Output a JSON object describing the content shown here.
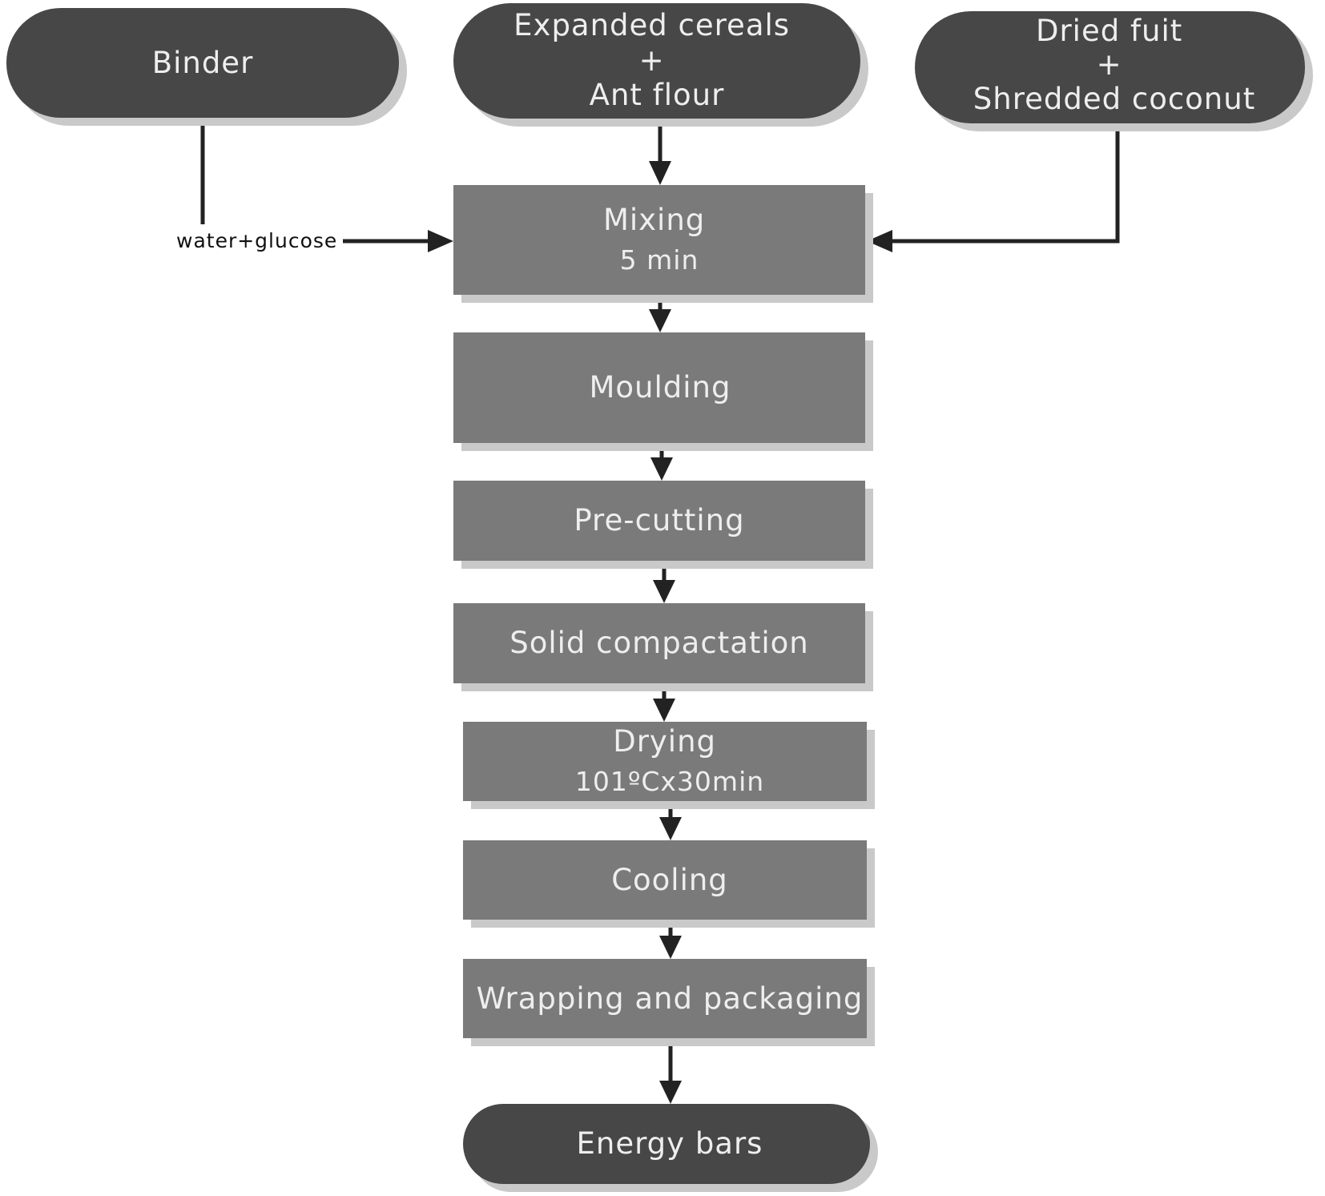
{
  "nodes": {
    "binder": {
      "lines": [
        "Binder"
      ]
    },
    "cereals": {
      "lines": [
        "Expanded cereals",
        "+",
        "Ant flour"
      ]
    },
    "fruit": {
      "lines": [
        "Dried fuit",
        "+",
        "Shredded coconut"
      ]
    },
    "mixing": {
      "lines": [
        "Mixing",
        "5 min"
      ]
    },
    "moulding": {
      "lines": [
        "Moulding"
      ]
    },
    "precutting": {
      "lines": [
        "Pre-cutting"
      ]
    },
    "compaction": {
      "lines": [
        "Solid compactation"
      ]
    },
    "drying": {
      "lines": [
        "Drying",
        "101ºCx30min"
      ]
    },
    "cooling": {
      "lines": [
        "Cooling"
      ]
    },
    "wrapping": {
      "lines": [
        "Wrapping and packaging"
      ]
    },
    "energy": {
      "lines": [
        "Energy bars"
      ]
    }
  },
  "edge_label": "water+glucose",
  "colors": {
    "terminal": "#474747",
    "process": "#7a7a7a",
    "text": "#eeeeee",
    "line": "#222222"
  }
}
